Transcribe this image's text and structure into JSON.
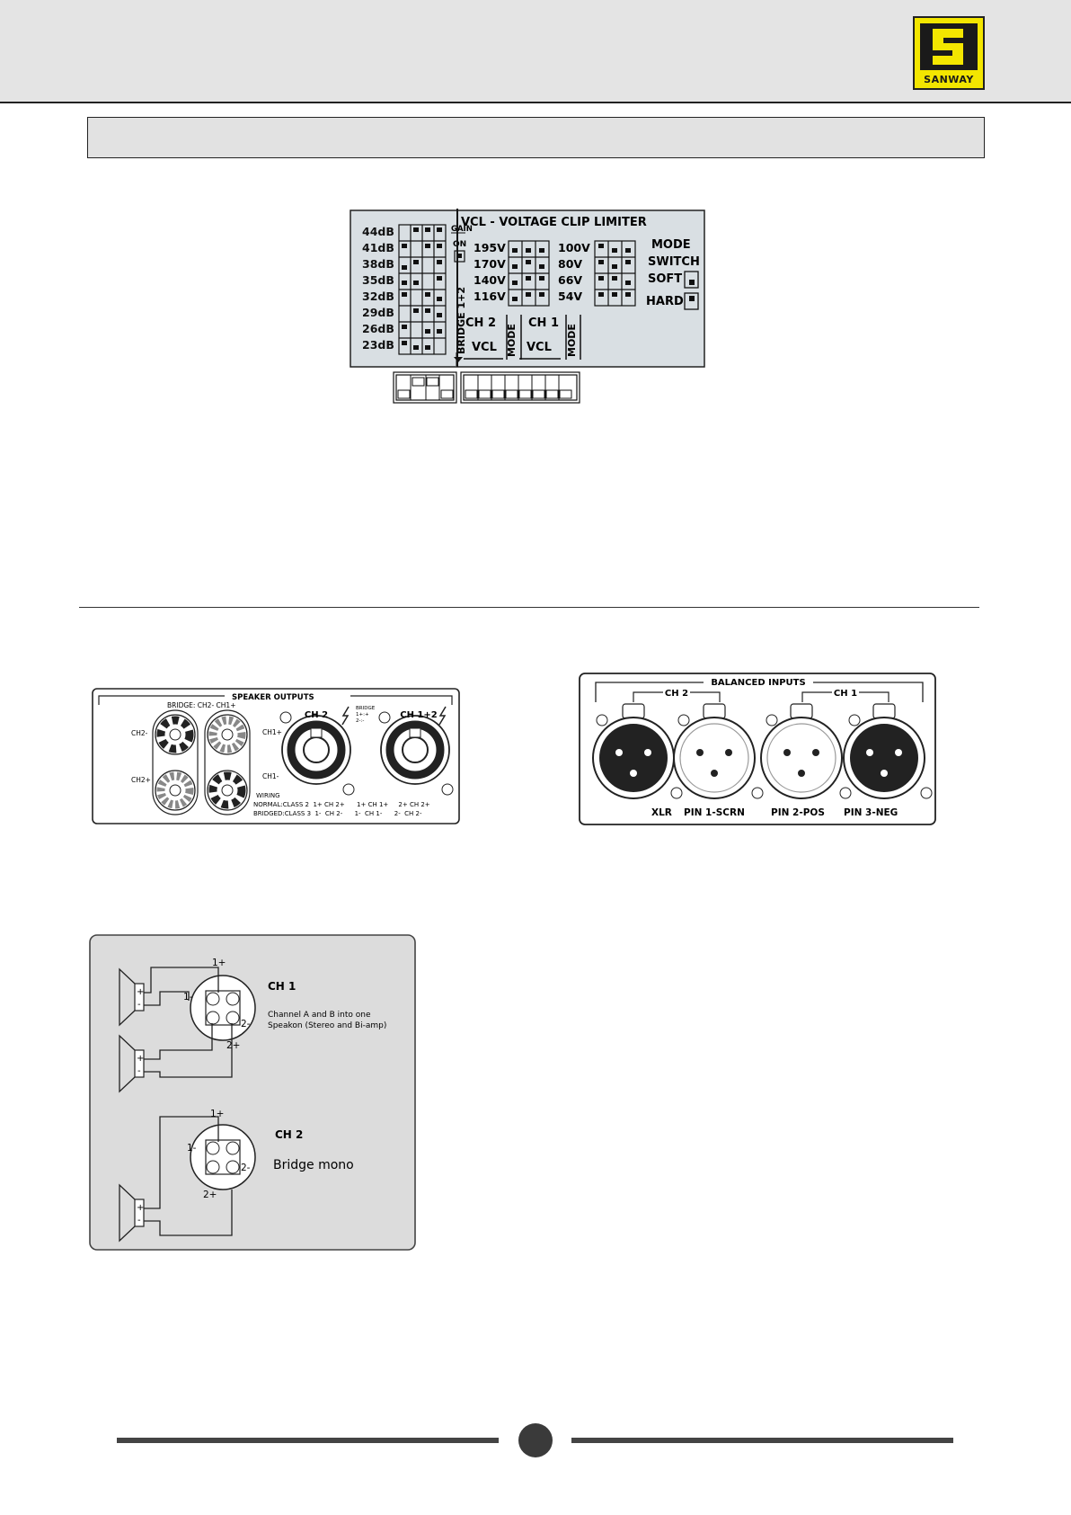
{
  "header": {
    "logo_text": "SANWAY",
    "background": "#e4e4e4",
    "logo_color": "#f3e600"
  },
  "vcl_panel": {
    "title": "VCL - VOLTAGE CLIP LIMITER",
    "gain_label": "GAIN",
    "on_label": "ON",
    "bridge_label": "BRIDGE 1+2",
    "gain_levels": [
      "44dB",
      "41dB",
      "38dB",
      "35dB",
      "32dB",
      "29dB",
      "26dB",
      "23dB"
    ],
    "ch2_voltages": [
      "195V",
      "170V",
      "140V",
      "116V"
    ],
    "ch1_voltages": [
      "100V",
      "80V",
      "66V",
      "54V"
    ],
    "mode_label": "MODE",
    "switch_label": "SWITCH",
    "soft_label": "SOFT",
    "hard_label": "HARD",
    "ch2_label": "CH 2",
    "ch1_label": "CH 1",
    "vcl_label": "VCL",
    "mode_vertical": "MODE",
    "background": "#d9dfe3"
  },
  "speaker_outputs": {
    "title": "SPEAKER OUTPUTS",
    "bridge_header": "BRIDGE: CH2- CH1+",
    "ch2_minus": "CH2-",
    "ch2_plus": "CH2+",
    "ch1_plus": "CH1+",
    "ch1_minus": "CH1-",
    "ch2_label": "CH 2",
    "ch12_label": "CH 1+2",
    "bridge_note_1": "BRIDGE",
    "bridge_note_2": "1+:+",
    "bridge_note_3": "2-:-",
    "wiring": "WIRING",
    "normal_row": "NORMAL:CLASS 2  1+ CH 2+      1+ CH 1+     2+ CH 2+",
    "bridged_row": "BRIDGED:CLASS 3  1-  CH 2-      1-  CH 1-      2-  CH 2-"
  },
  "balanced_inputs": {
    "title": "BALANCED INPUTS",
    "ch2_label": "CH 2",
    "ch1_label": "CH 1",
    "labels": [
      "XLR",
      "PIN 1-SCRN",
      "PIN 2-POS",
      "PIN 3-NEG"
    ]
  },
  "wiring_diagram": {
    "ch1_title": "CH 1",
    "ch1_desc_1": "Channel A and B into one",
    "ch1_desc_2": "Speakon (Stereo and Bi-amp)",
    "ch2_title": "CH 2",
    "ch2_desc": "Bridge mono",
    "pin_1p": "1+",
    "pin_1m": "1-",
    "pin_2p": "2+",
    "pin_2m": "2-",
    "plus": "+",
    "minus": "-",
    "background": "#dcdcdc"
  }
}
